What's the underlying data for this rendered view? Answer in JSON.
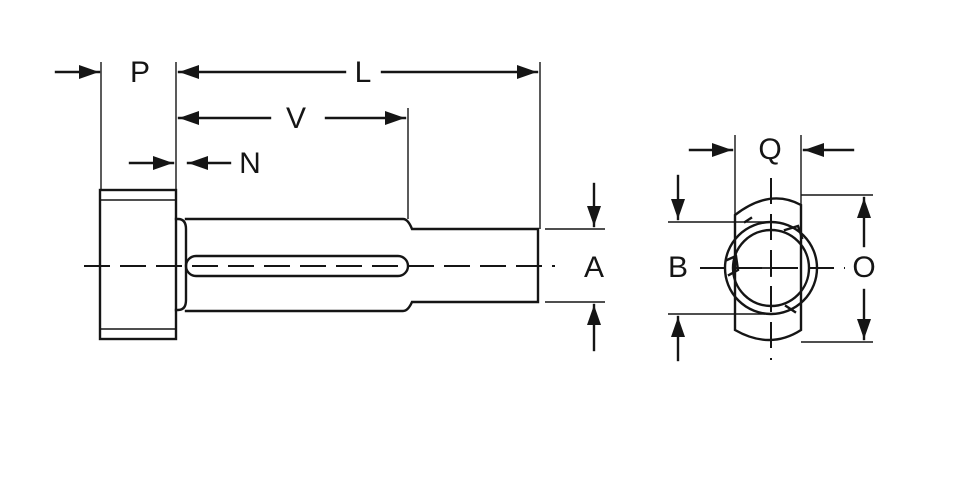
{
  "dimension_labels": {
    "P": "P",
    "L": "L",
    "V": "V",
    "N": "N",
    "A": "A",
    "Q": "Q",
    "B": "B",
    "O": "O"
  }
}
